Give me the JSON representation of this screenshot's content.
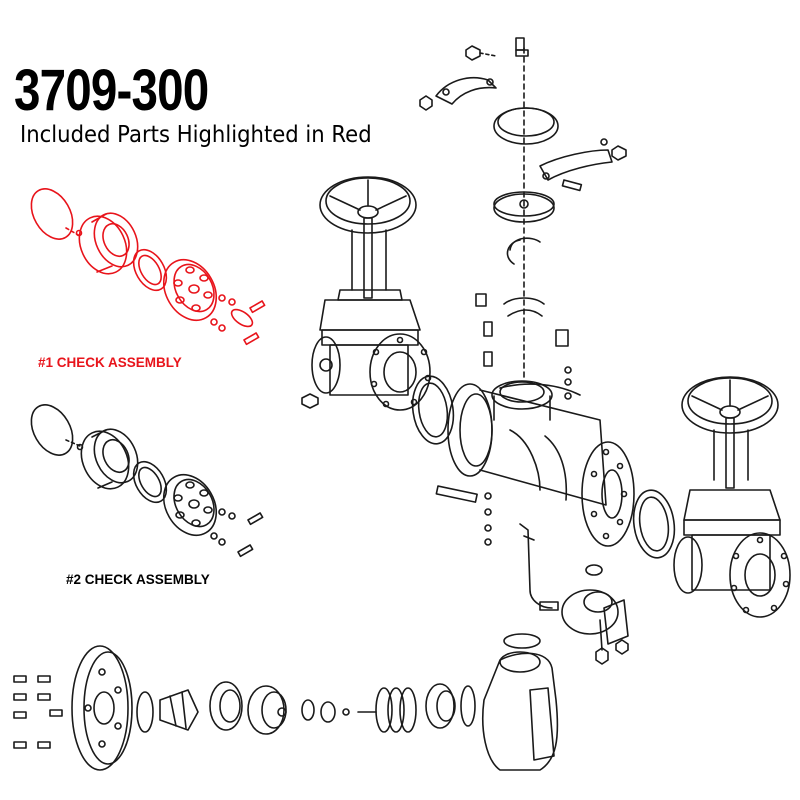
{
  "header": {
    "part_number": "3709-300",
    "subtitle": "Included Parts Highlighted in Red"
  },
  "assemblies": {
    "check1": {
      "label": "#1 CHECK ASSEMBLY",
      "color": "#e8141b"
    },
    "check2": {
      "label": "#2 CHECK ASSEMBLY",
      "color": "#000000"
    }
  },
  "colors": {
    "highlight": "#e8141b",
    "line": "#1a1a1a",
    "background": "#ffffff"
  }
}
